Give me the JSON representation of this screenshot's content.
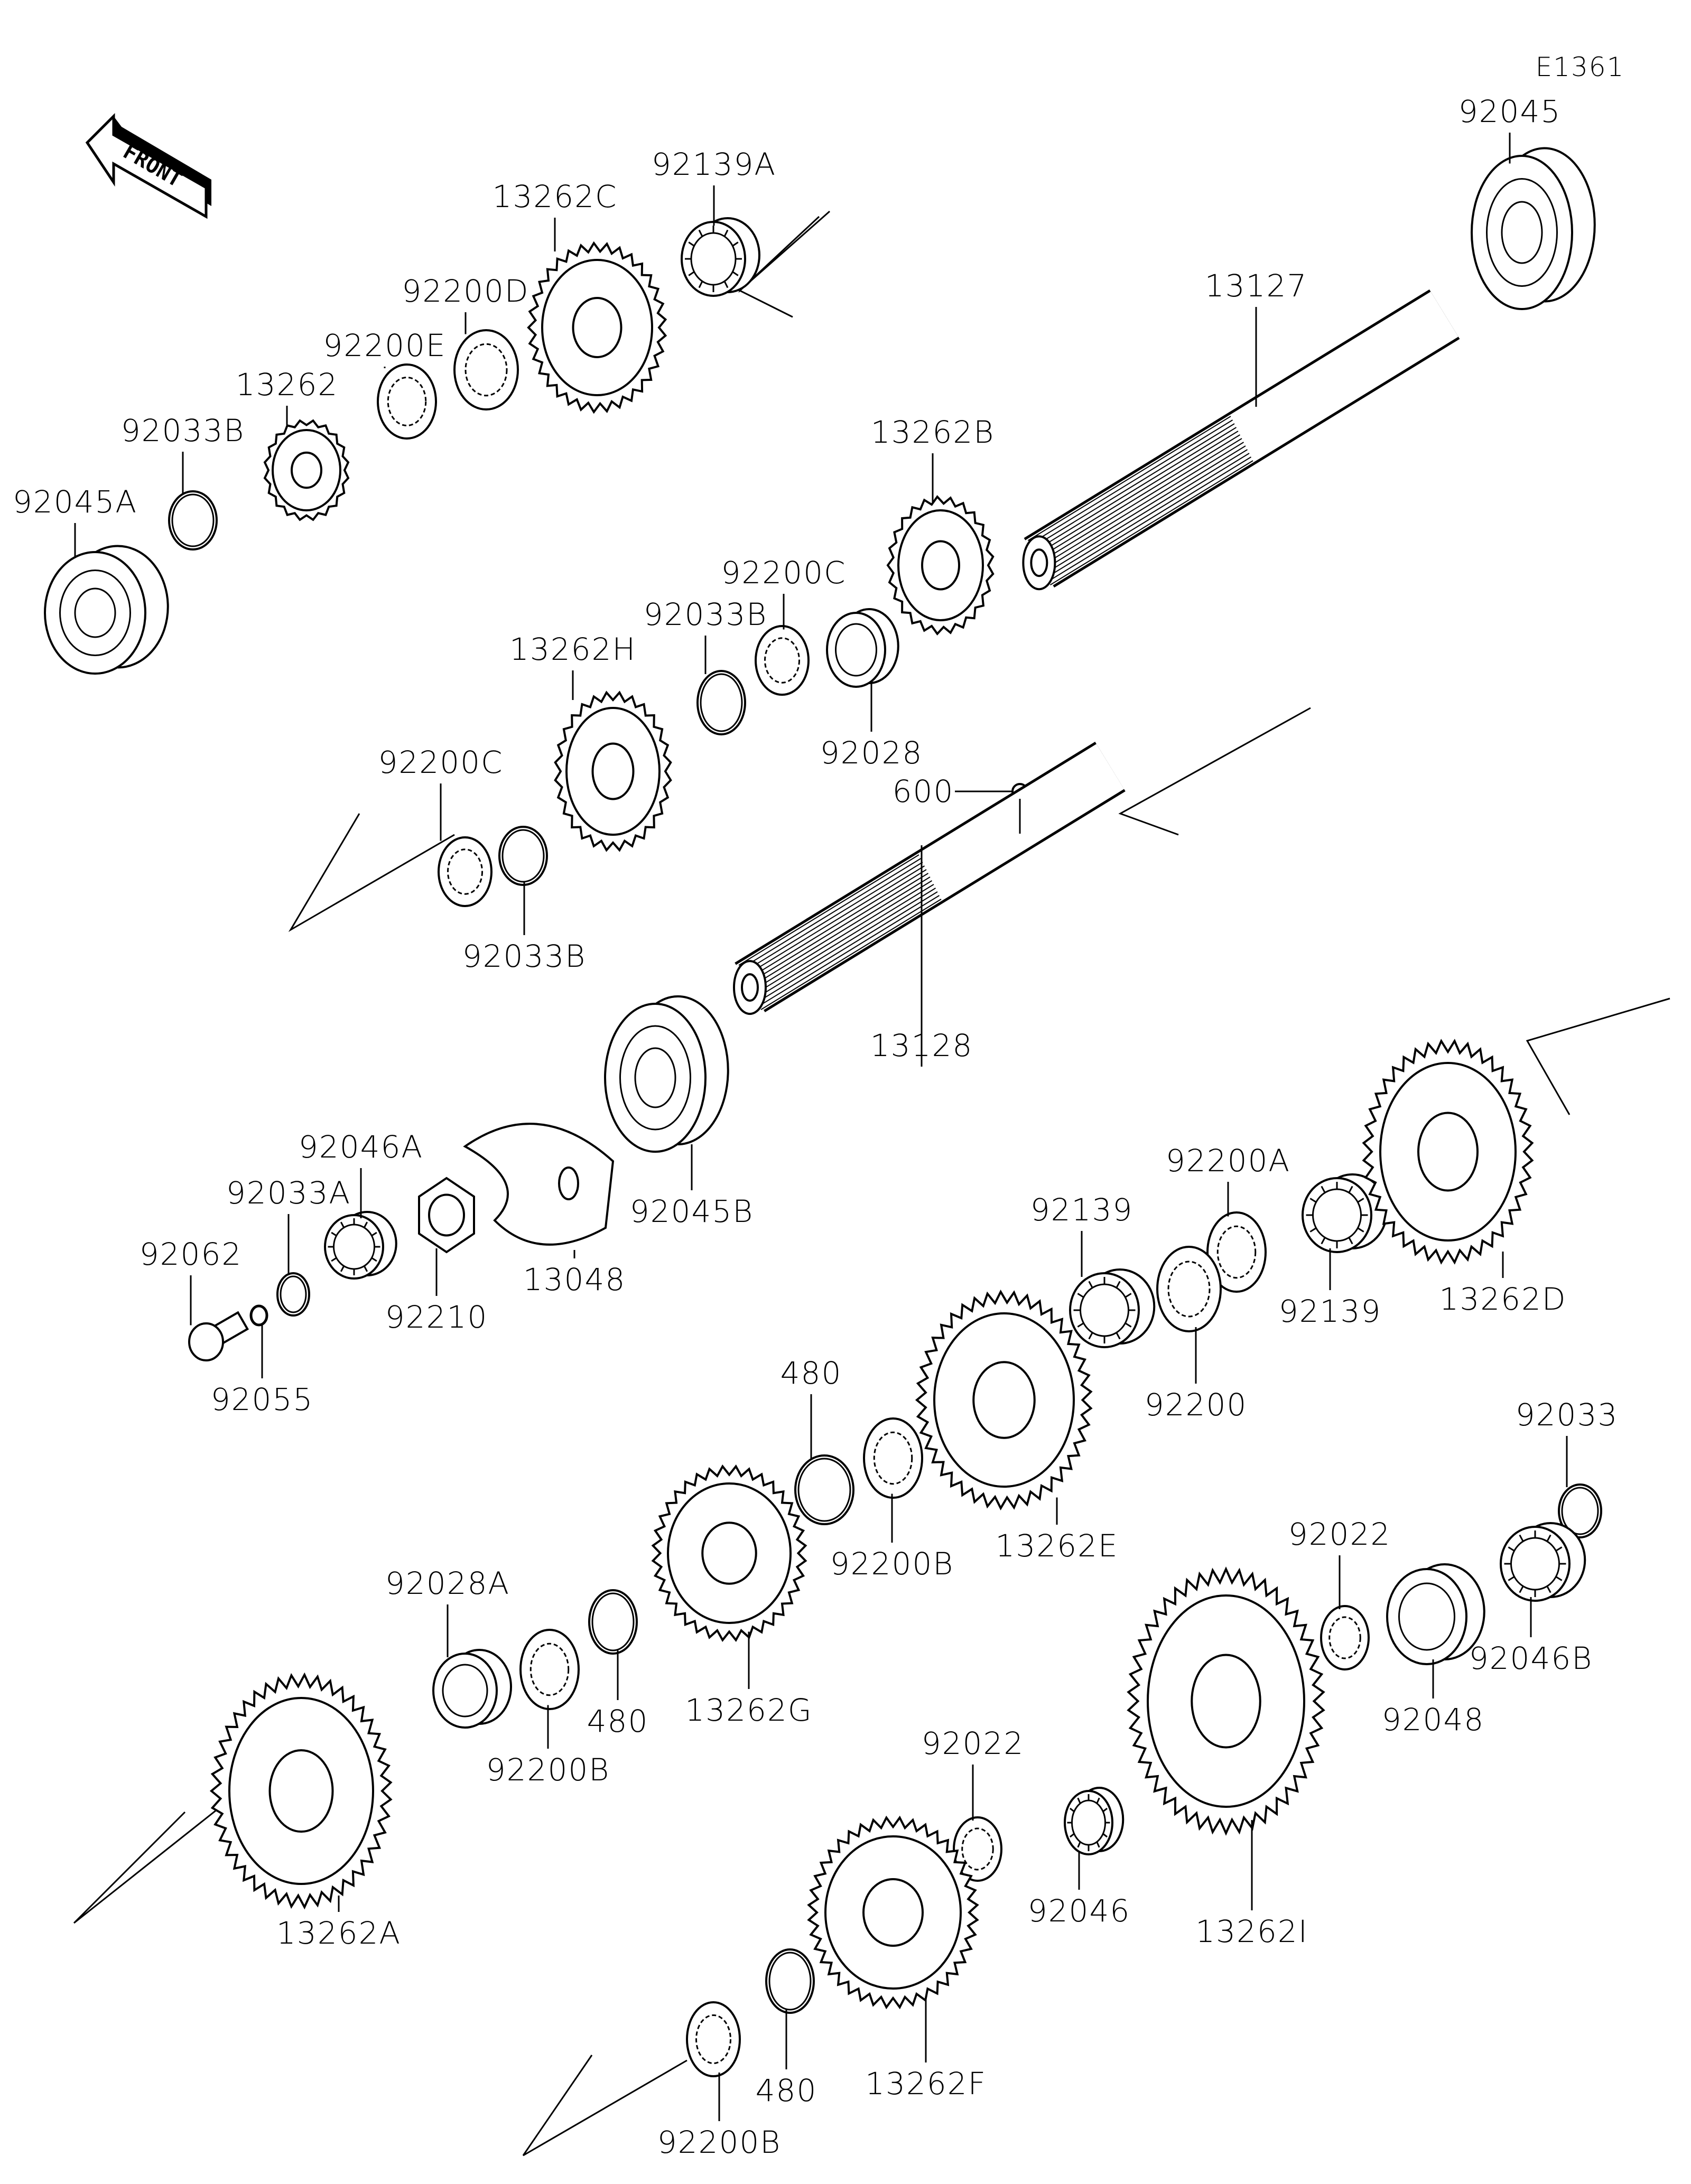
{
  "diagram": {
    "title": "Transmission",
    "figure_code": "E1361",
    "orientation_badge": "FRONT",
    "colors": {
      "line": "#000000",
      "background": "#ffffff"
    },
    "parts": [
      {
        "id": "p1",
        "label": "92045",
        "kind": "bearing"
      },
      {
        "id": "p2",
        "label": "92139A",
        "kind": "needle-bearing"
      },
      {
        "id": "p3",
        "label": "13262C",
        "kind": "gear"
      },
      {
        "id": "p4",
        "label": "92200D",
        "kind": "washer"
      },
      {
        "id": "p5",
        "label": "13127",
        "kind": "shaft"
      },
      {
        "id": "p6",
        "label": "92200E",
        "kind": "washer"
      },
      {
        "id": "p7",
        "label": "13262",
        "kind": "gear"
      },
      {
        "id": "p8",
        "label": "92033B",
        "kind": "circlip"
      },
      {
        "id": "p9",
        "label": "92045A",
        "kind": "bearing"
      },
      {
        "id": "p10",
        "label": "13262B",
        "kind": "gear"
      },
      {
        "id": "p11",
        "label": "92200C",
        "kind": "washer"
      },
      {
        "id": "p12",
        "label": "92033B",
        "kind": "circlip"
      },
      {
        "id": "p13",
        "label": "13262H",
        "kind": "gear"
      },
      {
        "id": "p14",
        "label": "92028",
        "kind": "bushing"
      },
      {
        "id": "p15",
        "label": "600",
        "kind": "ball"
      },
      {
        "id": "p16",
        "label": "92200C",
        "kind": "washer"
      },
      {
        "id": "p17",
        "label": "92033B",
        "kind": "circlip"
      },
      {
        "id": "p18",
        "label": "13128",
        "kind": "shaft"
      },
      {
        "id": "p19",
        "label": "92045B",
        "kind": "bearing"
      },
      {
        "id": "p20",
        "label": "92200A",
        "kind": "washer"
      },
      {
        "id": "p21",
        "label": "92046A",
        "kind": "needle-bearing"
      },
      {
        "id": "p22",
        "label": "92033A",
        "kind": "circlip"
      },
      {
        "id": "p23",
        "label": "92062",
        "kind": "pin"
      },
      {
        "id": "p24",
        "label": "92210",
        "kind": "nut"
      },
      {
        "id": "p25",
        "label": "13048",
        "kind": "cam"
      },
      {
        "id": "p26",
        "label": "92139",
        "kind": "needle-bearing"
      },
      {
        "id": "p27",
        "label": "92139",
        "kind": "needle-bearing"
      },
      {
        "id": "p28",
        "label": "13262D",
        "kind": "gear"
      },
      {
        "id": "p29",
        "label": "92055",
        "kind": "o-ring"
      },
      {
        "id": "p30",
        "label": "480",
        "kind": "circlip"
      },
      {
        "id": "p31",
        "label": "92200",
        "kind": "washer"
      },
      {
        "id": "p32",
        "label": "92033",
        "kind": "circlip"
      },
      {
        "id": "p33",
        "label": "92022",
        "kind": "washer"
      },
      {
        "id": "p34",
        "label": "13262E",
        "kind": "gear"
      },
      {
        "id": "p35",
        "label": "92200B",
        "kind": "washer"
      },
      {
        "id": "p36",
        "label": "92028A",
        "kind": "bushing"
      },
      {
        "id": "p37",
        "label": "92046B",
        "kind": "needle-bearing"
      },
      {
        "id": "p38",
        "label": "92048",
        "kind": "bushing"
      },
      {
        "id": "p39",
        "label": "480",
        "kind": "circlip"
      },
      {
        "id": "p40",
        "label": "13262G",
        "kind": "gear"
      },
      {
        "id": "p41",
        "label": "92200B",
        "kind": "washer"
      },
      {
        "id": "p42",
        "label": "92022",
        "kind": "washer"
      },
      {
        "id": "p43",
        "label": "92046",
        "kind": "needle-bearing"
      },
      {
        "id": "p44",
        "label": "13262I",
        "kind": "gear"
      },
      {
        "id": "p45",
        "label": "13262A",
        "kind": "gear"
      },
      {
        "id": "p46",
        "label": "480",
        "kind": "circlip"
      },
      {
        "id": "p47",
        "label": "13262F",
        "kind": "gear"
      },
      {
        "id": "p48",
        "label": "92200B",
        "kind": "washer"
      }
    ]
  }
}
